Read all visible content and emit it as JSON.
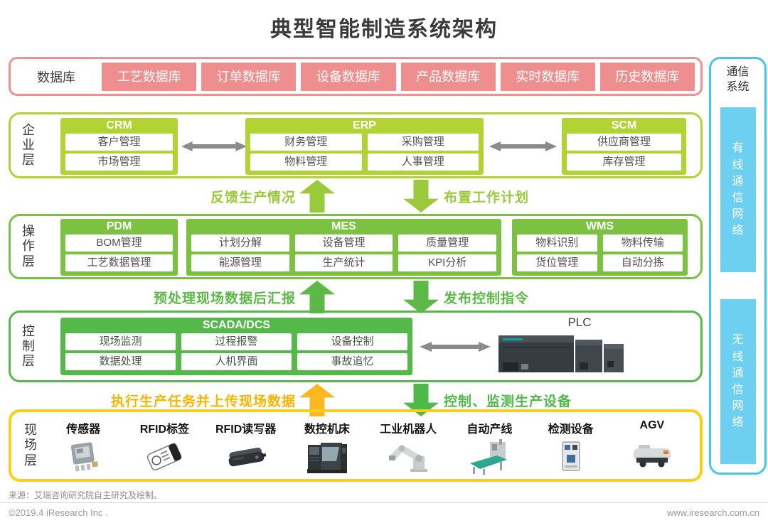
{
  "title": "典型智能制造系统架构",
  "database": {
    "label": "数据库",
    "items": [
      "工艺数据库",
      "订单数据库",
      "设备数据库",
      "产品数据库",
      "实时数据库",
      "历史数据库"
    ]
  },
  "enterprise": {
    "label": "企业层",
    "crm": {
      "title": "CRM",
      "rows": [
        "客户管理",
        "市场管理"
      ]
    },
    "erp": {
      "title": "ERP",
      "rows": [
        "财务管理",
        "采购管理",
        "物料管理",
        "人事管理"
      ]
    },
    "scm": {
      "title": "SCM",
      "rows": [
        "供应商管理",
        "库存管理"
      ]
    }
  },
  "flows": {
    "feedback": "反馈生产情况",
    "plan": "布置工作计划",
    "preprocess": "预处理现场数据后汇报",
    "command": "发布控制指令",
    "execute": "执行生产任务并上传现场数据",
    "monitor": "控制、监测生产设备"
  },
  "operation": {
    "label": "操作层",
    "pdm": {
      "title": "PDM",
      "rows": [
        "BOM管理",
        "工艺数据管理"
      ]
    },
    "mes": {
      "title": "MES",
      "cells": [
        "计划分解",
        "设备管理",
        "质量管理",
        "能源管理",
        "生产统计",
        "KPI分析"
      ]
    },
    "wms": {
      "title": "WMS",
      "cells": [
        "物料识别",
        "物料传输",
        "货位管理",
        "自动分拣"
      ]
    }
  },
  "control": {
    "label": "控制层",
    "scada": {
      "title": "SCADA/DCS",
      "cells": [
        "现场监测",
        "过程报警",
        "设备控制",
        "数据处理",
        "人机界面",
        "事故追忆"
      ]
    },
    "plc_label": "PLC"
  },
  "field": {
    "label": "现场层",
    "items": [
      "传感器",
      "RFID标签",
      "RFID读写器",
      "数控机床",
      "工业机器人",
      "自动产线",
      "检测设备",
      "AGV"
    ]
  },
  "communication": {
    "title": "通信系统",
    "wired": "有线通信网络",
    "wireless": "无线通信网络"
  },
  "footer": {
    "source": "来源：艾瑞咨询研究院自主研究及绘制。",
    "copyright": "©2019.4 iResearch Inc .",
    "website": "www.iresearch.com.cn"
  },
  "colors": {
    "pink": "#ee8e8e",
    "pink_border": "#f0908f",
    "enterprise_green": "#b2d235",
    "operation_green": "#7cc142",
    "control_green": "#55b94a",
    "flow_green_light": "#9aca3c",
    "flow_green": "#5cb947",
    "flow_yellow": "#f8b500",
    "field_yellow_border": "#f9cf17",
    "comm_cyan_border": "#44c7ec",
    "comm_cyan_fill": "#6ed0f0",
    "arrow_gray": "#8b8b8b"
  }
}
